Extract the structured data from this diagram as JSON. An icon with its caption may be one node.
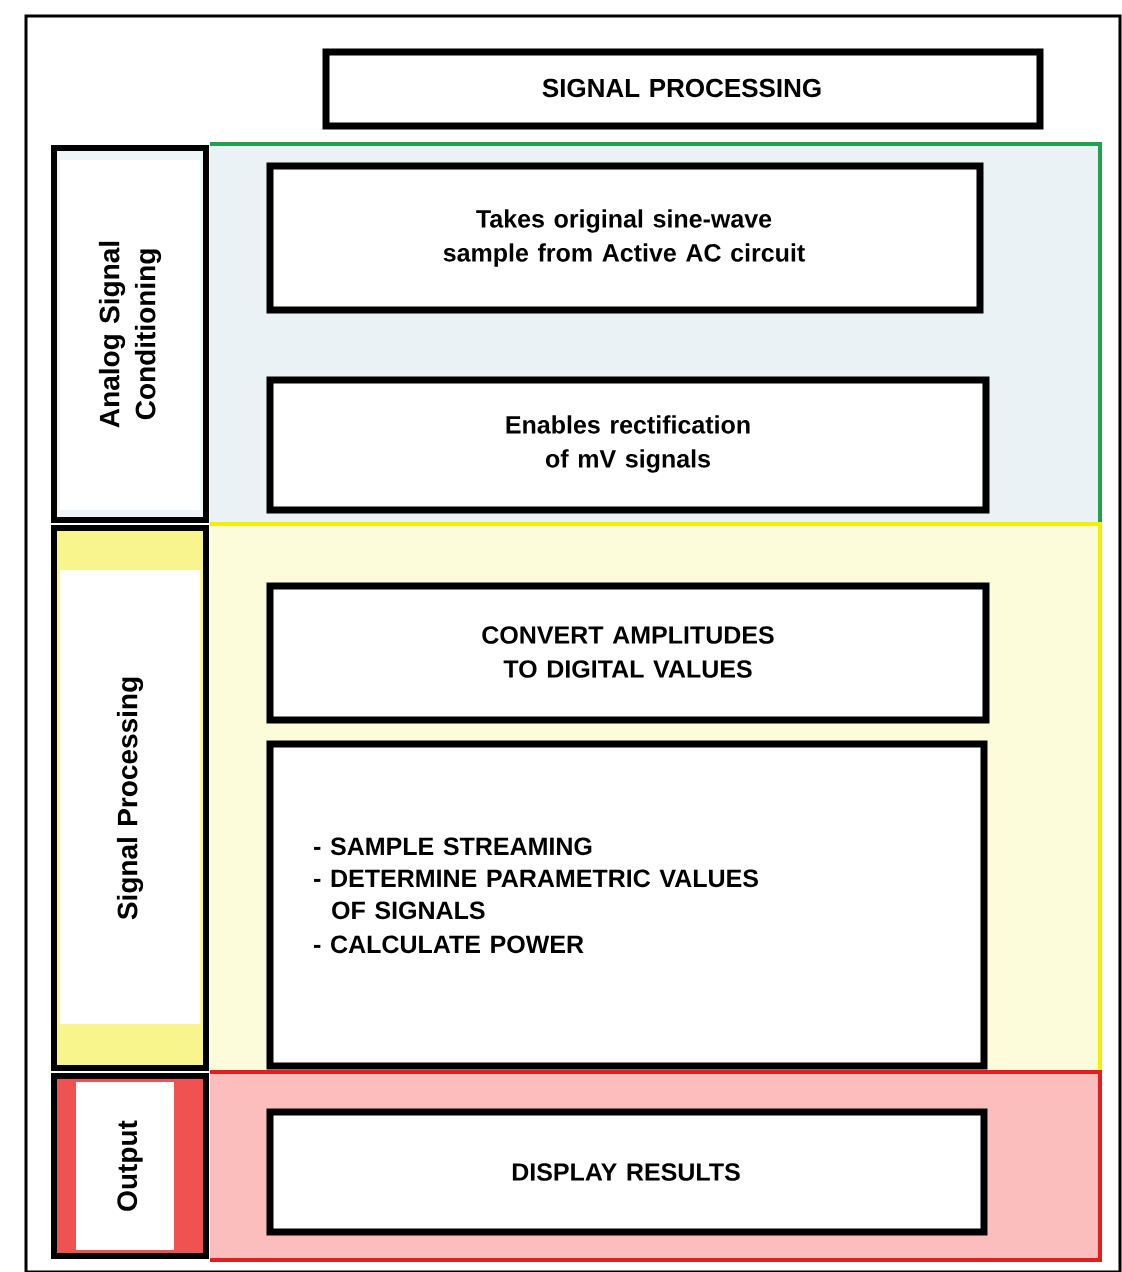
{
  "diagram": {
    "nodes": [
      {
        "text": [
          "SIGNAL PROCESSING"
        ]
      },
      {
        "text": [
          "Analog Signal Conditioning"
        ]
      },
      {
        "text": [
          "Takes original sine-wave sample from Active AC circuit"
        ],
        "in": 1
      },
      {
        "text": [
          "Enables rectification of mV signals"
        ],
        "in": 1
      },
      {
        "text": [
          "Signal Processing"
        ]
      },
      {
        "text": [
          "CONVERT AMPLITUDES TO DIGITAL VALUES"
        ],
        "in": 4
      },
      {
        "text": [
          "- SAMPLE STREAMING",
          "- DETERMINE PARAMETRIC VALUES OF SIGNALS",
          "- CALCULATE POWER"
        ],
        "in": 4
      },
      {
        "text": [
          "Output"
        ]
      },
      {
        "text": [
          "DISPLAY RESULTS"
        ],
        "in": 7
      }
    ]
  }
}
